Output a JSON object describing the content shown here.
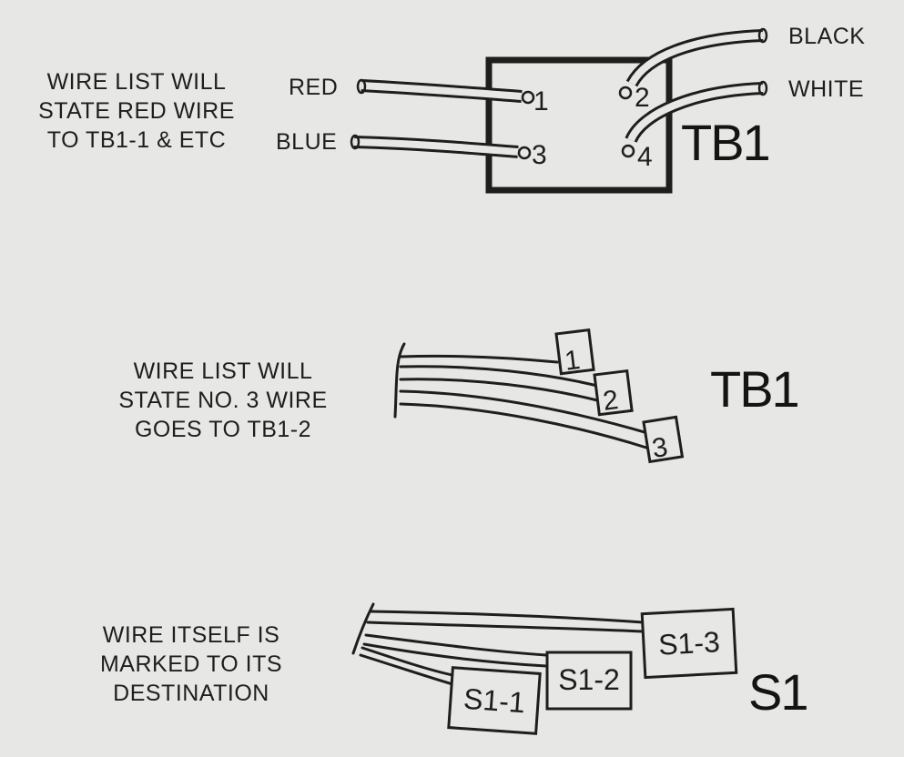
{
  "section1": {
    "caption": "WIRE LIST WILL\nSTATE RED WIRE\nTO TB1-1 & ETC",
    "block_label": "TB1",
    "terminals": [
      "1",
      "2",
      "3",
      "4"
    ],
    "wires": [
      {
        "label": "RED",
        "terminal": "1"
      },
      {
        "label": "BLUE",
        "terminal": "3"
      },
      {
        "label": "BLACK",
        "terminal": "2"
      },
      {
        "label": "WHITE",
        "terminal": "4"
      }
    ]
  },
  "section2": {
    "caption": "WIRE LIST WILL\nSTATE NO. 3 WIRE\nGOES TO TB1-2",
    "label": "TB1",
    "tags": [
      "1",
      "2",
      "3"
    ]
  },
  "section3": {
    "caption": "WIRE ITSELF IS\nMARKED TO ITS\nDESTINATION",
    "label": "S1",
    "tags": [
      "S1-1",
      "S1-2",
      "S1-3"
    ]
  },
  "colors": {
    "ink": "#1e1e1e",
    "paper": "#e7e7e5"
  }
}
